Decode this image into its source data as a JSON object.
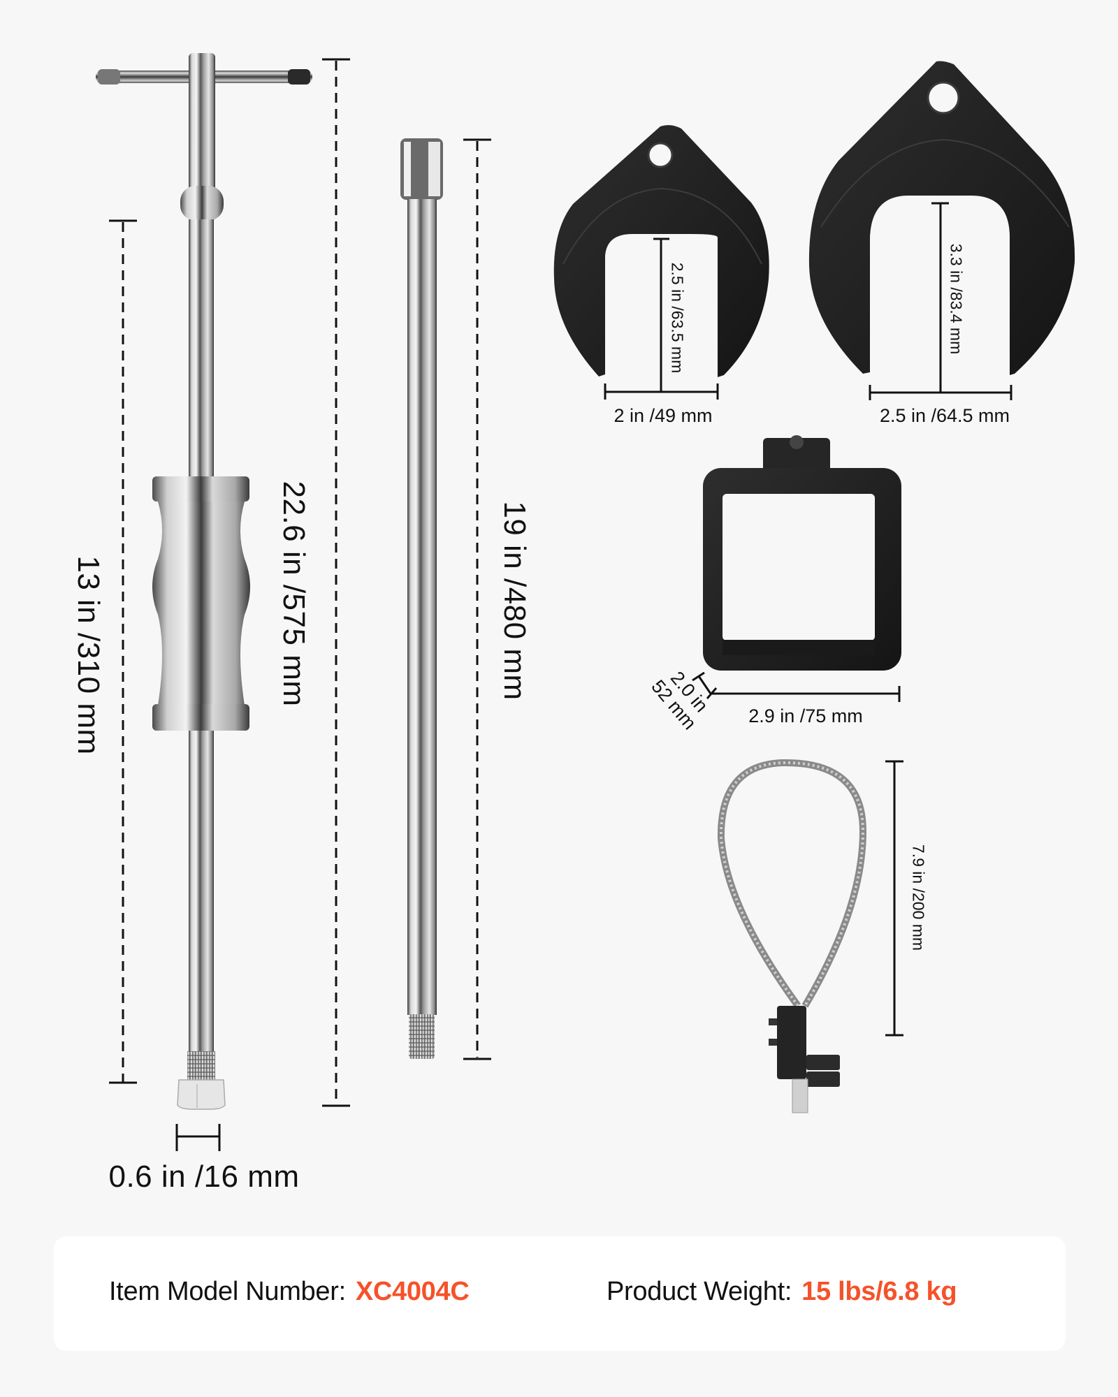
{
  "colors": {
    "background": "#f7f7f7",
    "card": "#ffffff",
    "accent": "#f5522a",
    "text": "#111111",
    "metal_dark": "#2a2a2a",
    "black_part": "#1e1e1e"
  },
  "parts": {
    "slide_hammer": {
      "total_length_label": "22.6 in /575 mm",
      "shaft_length_label": "13 in /310 mm",
      "thread_width_label": "0.6 in /16 mm"
    },
    "extension_bar": {
      "length_label": "19 in /480 mm"
    },
    "small_fork_adapter": {
      "height_label": "2.5 in /63.5 mm",
      "width_label": "2 in /49 mm"
    },
    "large_fork_adapter": {
      "height_label": "3.3 in /83.4 mm",
      "width_label": "2.5 in /64.5 mm"
    },
    "square_adapter": {
      "depth_label_line1": "2.0 in",
      "depth_label_line2": "52 mm",
      "width_label": "2.9 in /75 mm"
    },
    "cable_loop": {
      "length_label": "7.9 in /200 mm"
    }
  },
  "info": {
    "model_label": "Item Model Number:",
    "model_value": "XC4004C",
    "weight_label": "Product Weight:",
    "weight_value": "15 lbs/6.8 kg"
  }
}
